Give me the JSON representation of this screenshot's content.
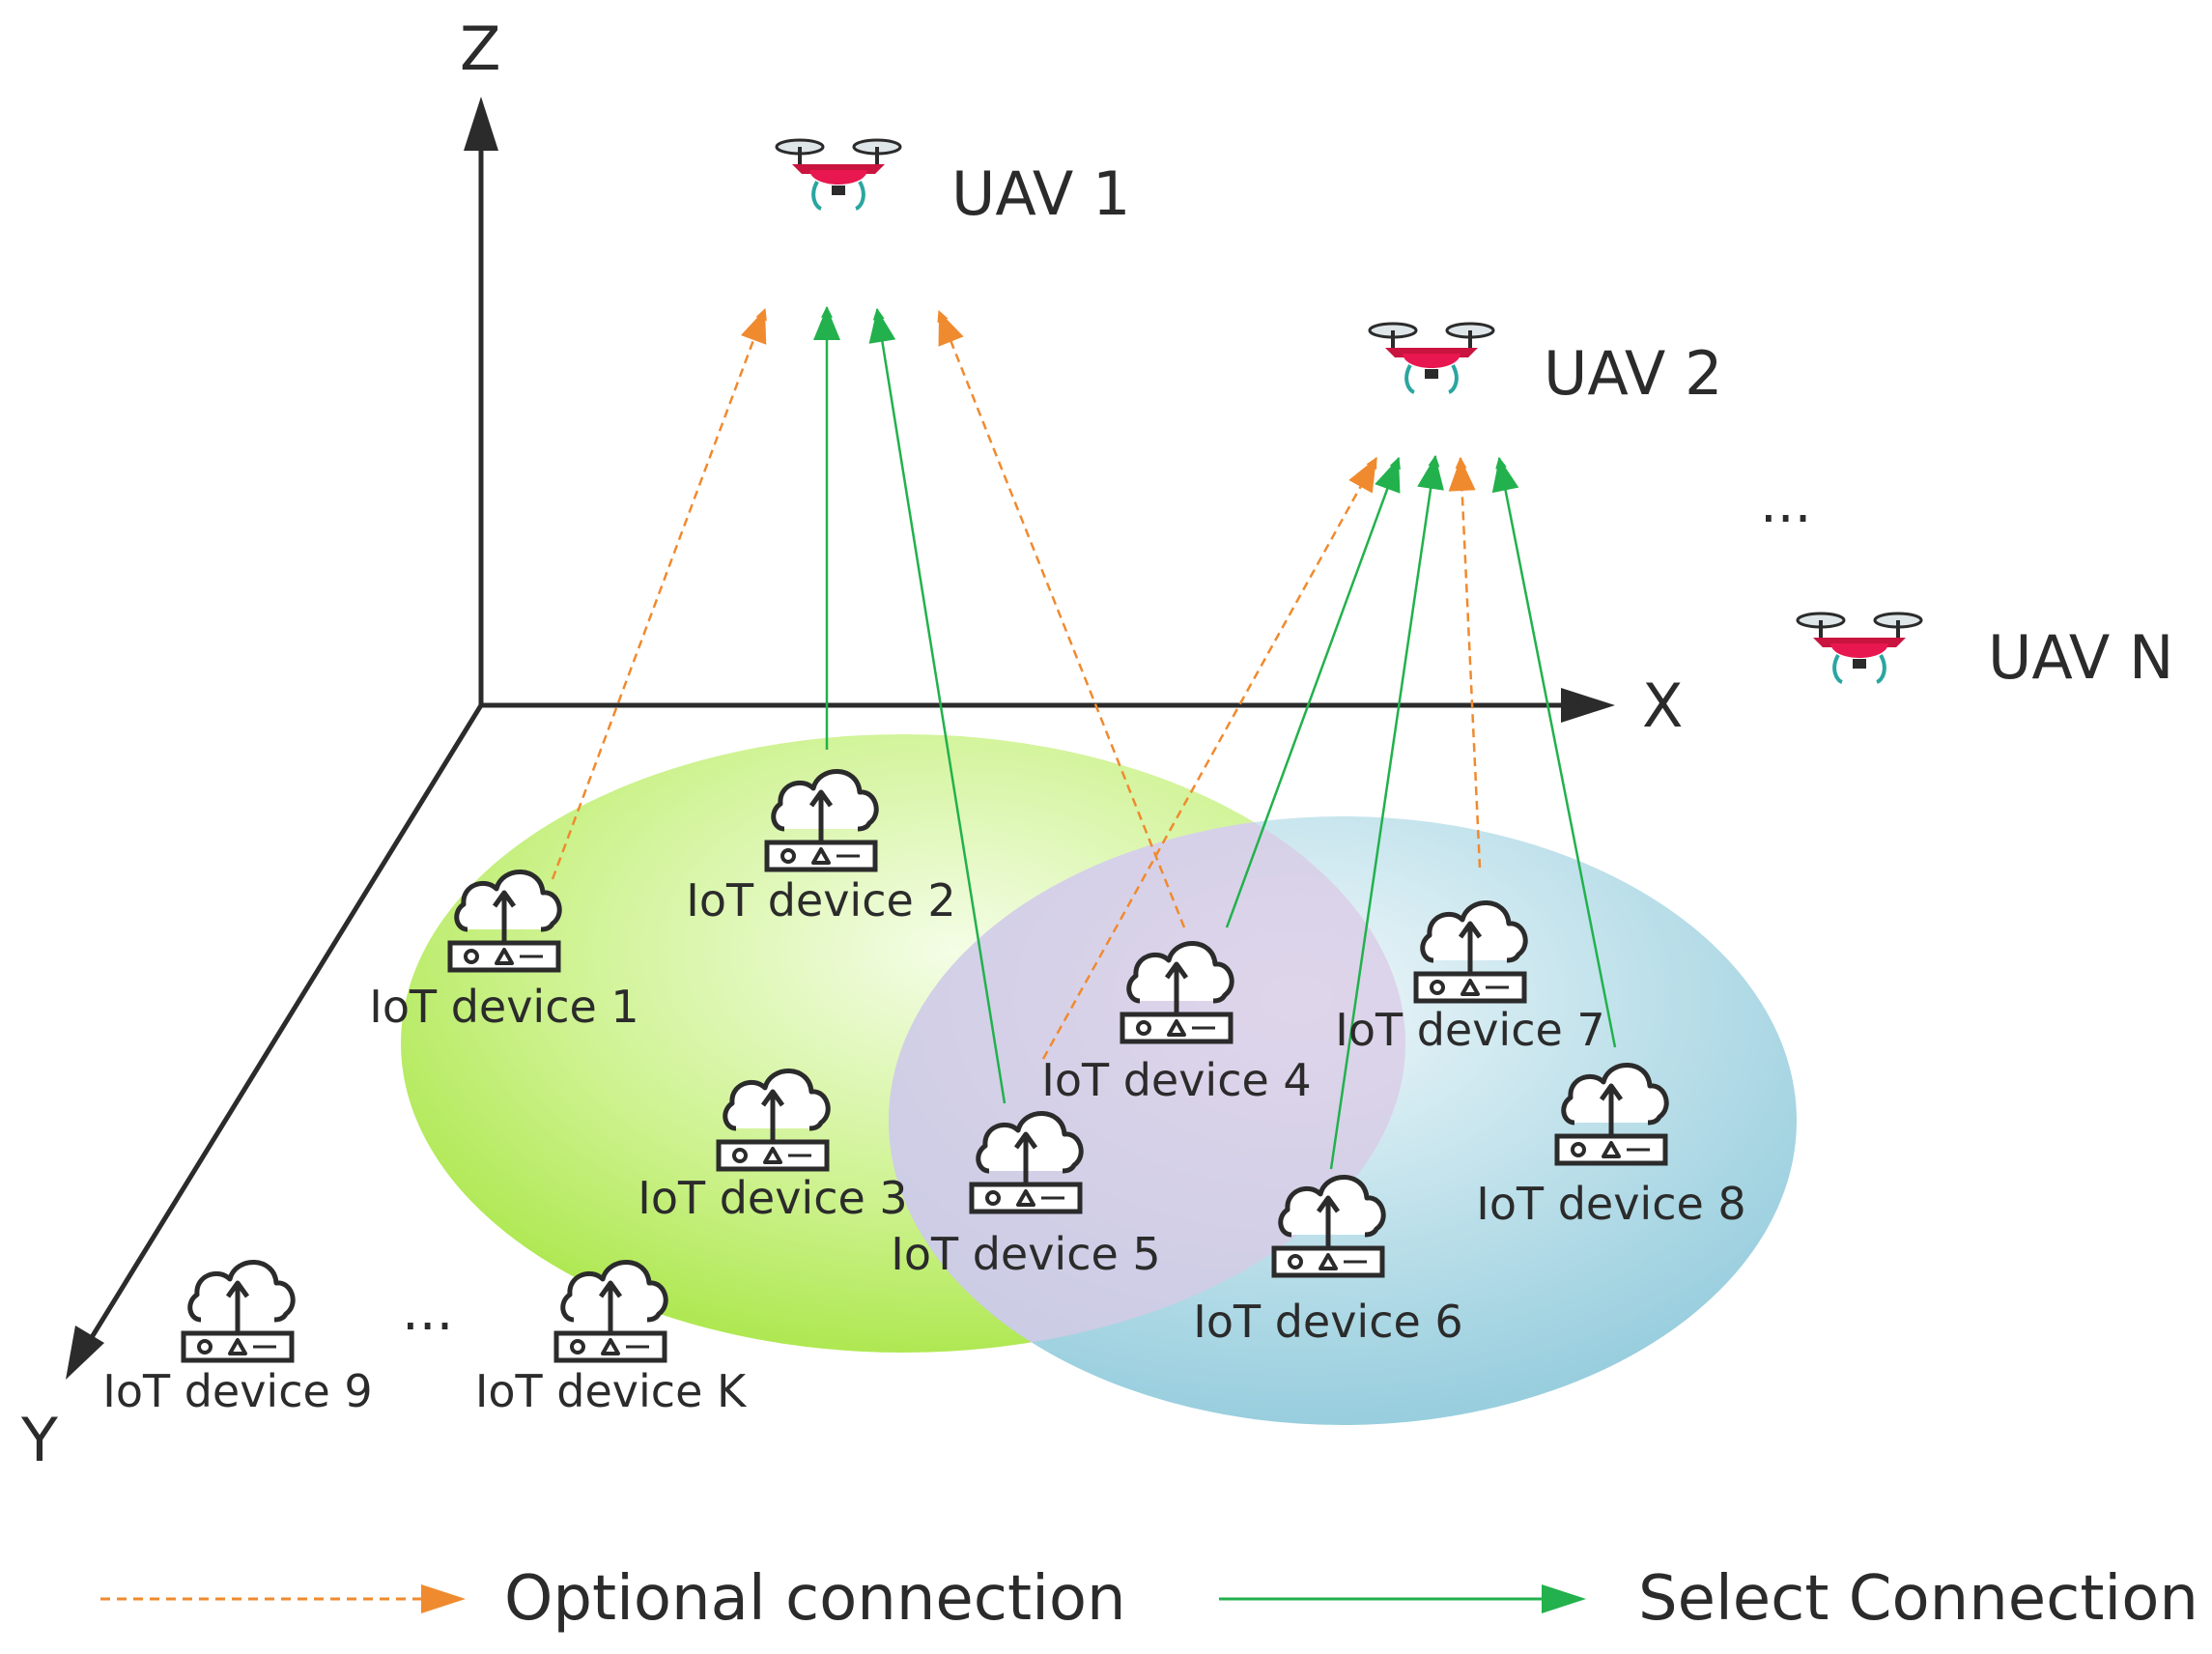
{
  "axes": {
    "x": "X",
    "y": "Y",
    "z": "Z"
  },
  "uavs": [
    {
      "id": "uav1",
      "label": "UAV 1"
    },
    {
      "id": "uav2",
      "label": "UAV 2"
    },
    {
      "id": "uavN",
      "label": "UAV N"
    }
  ],
  "uav_ellipsis": "...",
  "devices": [
    {
      "id": "d1",
      "label": "IoT device 1"
    },
    {
      "id": "d2",
      "label": "IoT device 2"
    },
    {
      "id": "d3",
      "label": "IoT device 3"
    },
    {
      "id": "d4",
      "label": "IoT device 4"
    },
    {
      "id": "d5",
      "label": "IoT device 5"
    },
    {
      "id": "d6",
      "label": "IoT device 6"
    },
    {
      "id": "d7",
      "label": "IoT device 7"
    },
    {
      "id": "d8",
      "label": "IoT device 8"
    },
    {
      "id": "d9",
      "label": "IoT device 9"
    },
    {
      "id": "dK",
      "label": "IoT device K"
    }
  ],
  "device_ellipsis": "...",
  "connections": [
    {
      "from": "d1",
      "to": "uav1",
      "type": "optional"
    },
    {
      "from": "d2",
      "to": "uav1",
      "type": "select"
    },
    {
      "from": "d5",
      "to": "uav1",
      "type": "select"
    },
    {
      "from": "d4",
      "to": "uav1",
      "type": "optional"
    },
    {
      "from": "d5",
      "to": "uav2",
      "type": "optional"
    },
    {
      "from": "d4",
      "to": "uav2",
      "type": "select"
    },
    {
      "from": "d6",
      "to": "uav2",
      "type": "select"
    },
    {
      "from": "d7",
      "to": "uav2",
      "type": "optional"
    },
    {
      "from": "d7",
      "to": "uav2",
      "type": "select"
    }
  ],
  "legend": {
    "optional": "Optional connection",
    "select": "Select Connection"
  },
  "colors": {
    "optional": "#f08a2e",
    "select": "#22b14c",
    "axis": "#2b2b2b",
    "uav_body": "#e8174f",
    "coverage_green": "#a8e63a",
    "coverage_blue": "#8ec9dc"
  }
}
